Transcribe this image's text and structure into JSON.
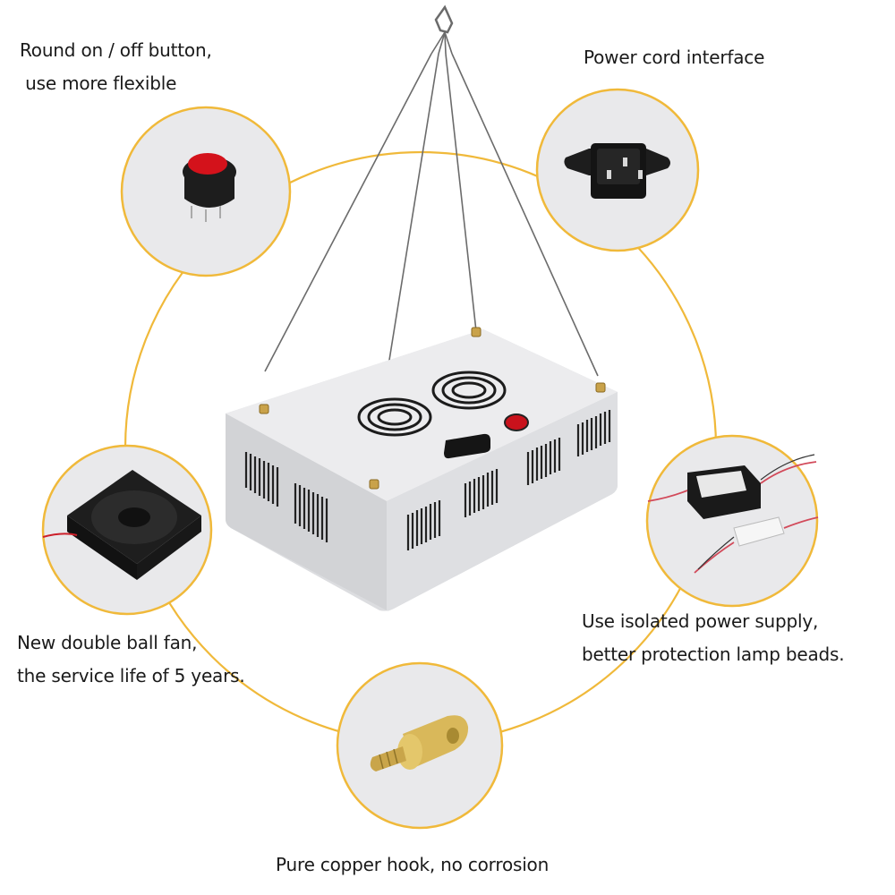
{
  "features": [
    {
      "id": "switch",
      "lines": [
        "Round on / off button,",
        " use more flexible"
      ],
      "icon": "rocker-switch-icon"
    },
    {
      "id": "power-cord",
      "lines": [
        "Power cord interface"
      ],
      "icon": "power-socket-icon"
    },
    {
      "id": "fan",
      "lines": [
        "New double ball fan,",
        "the service life of 5 years."
      ],
      "icon": "cooling-fan-icon"
    },
    {
      "id": "power-supply",
      "lines": [
        "Use isolated power supply,",
        "better protection lamp beads."
      ],
      "icon": "power-supply-icon"
    },
    {
      "id": "copper-hook",
      "lines": [
        "Pure copper hook, no corrosion"
      ],
      "icon": "copper-hook-icon"
    }
  ],
  "colors": {
    "ring": "#f0b93a",
    "bubble": "#e9e9eb",
    "housing": "#e2e3e5",
    "switch_red": "#d4121b",
    "brass": "#d9b85a"
  }
}
